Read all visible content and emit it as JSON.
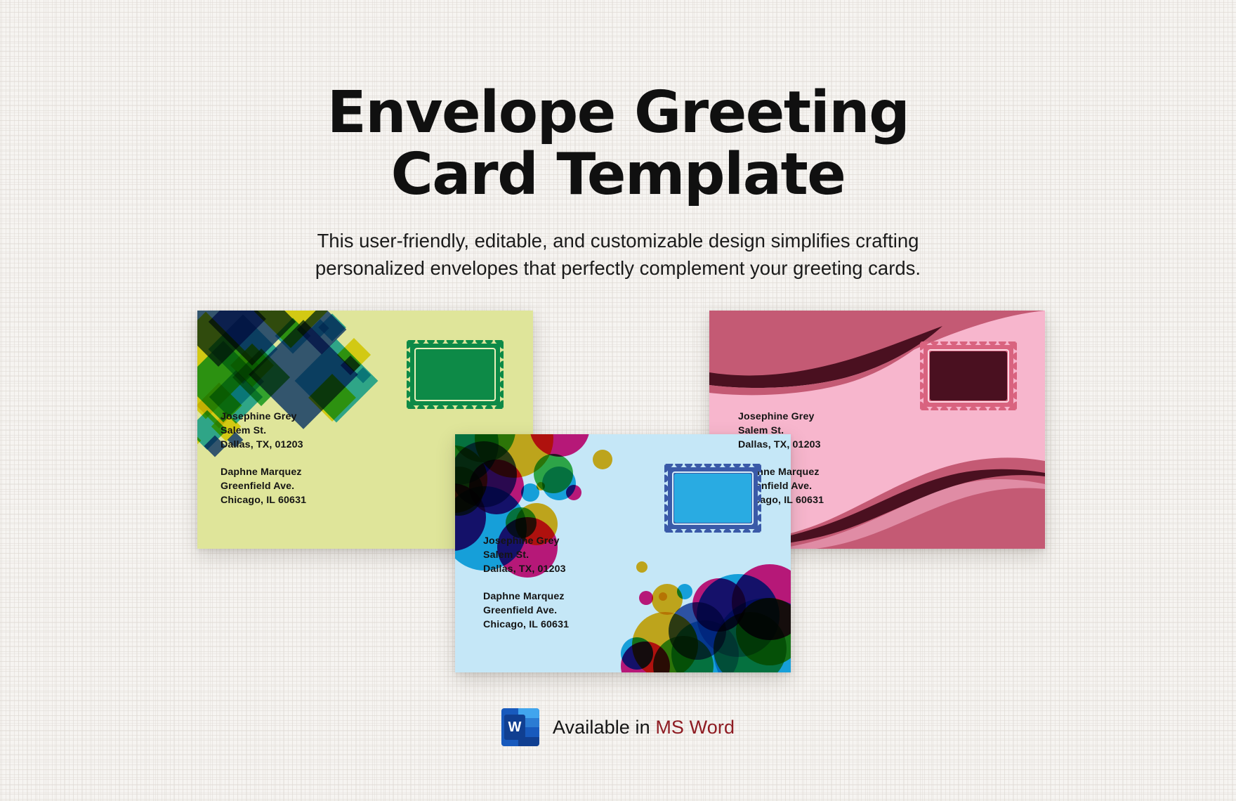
{
  "page": {
    "background_color": "#f6f4f1",
    "title_line1": "Envelope Greeting",
    "title_line2": "Card Template",
    "subtitle": "This user-friendly, editable, and customizable design simplifies crafting personalized envelopes that perfectly complement your greeting cards."
  },
  "address": {
    "sender_name": "Josephine Grey",
    "sender_street": "Salem St.",
    "sender_city": "Dallas, TX, 01203",
    "recipient_name": "Daphne Marquez",
    "recipient_street": "Greenfield Ave.",
    "recipient_city": "Chicago, IL 60631",
    "block": "Josephine Grey\nSalem St.\nDallas, TX, 01203",
    "block2": "Daphne Marquez\nGreenfield Ave.\nChicago, IL 60631"
  },
  "envelopes": [
    {
      "id": "green",
      "name": "green-geometric-envelope",
      "background_color": "#dfe59a",
      "stamp_color": "#0d8a47",
      "accent_colors": [
        "#3a5fb5",
        "#f0e01e",
        "#35b8e0"
      ],
      "pattern": "rotated-squares"
    },
    {
      "id": "pink",
      "name": "pink-wave-envelope",
      "background_color": "#f7b6cd",
      "stamp_border_color": "#d9637f",
      "stamp_fill_color": "#4a1020",
      "accent_colors": [
        "#c45a74",
        "#4a1020"
      ],
      "pattern": "waves"
    },
    {
      "id": "blue",
      "name": "blue-circles-envelope",
      "background_color": "#c5e7f7",
      "stamp_border_color": "#3a5aa8",
      "stamp_fill_color": "#29abe2",
      "accent_colors": [
        "#1cb0e0",
        "#f5b51c",
        "#ec1a7c",
        "#3ab54a"
      ],
      "pattern": "circles"
    }
  ],
  "footer": {
    "icon_name": "ms-word-icon",
    "icon_letter": "W",
    "available_text": "Available in ",
    "app_name": "MS Word",
    "app_name_color": "#8E1B22"
  }
}
